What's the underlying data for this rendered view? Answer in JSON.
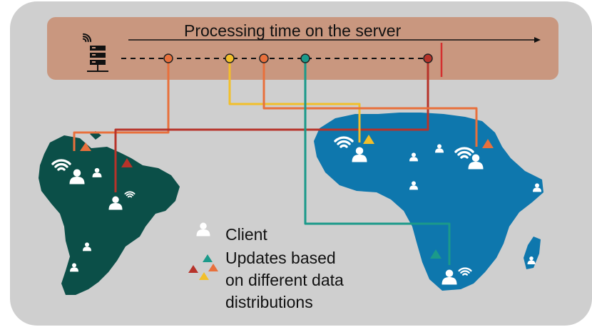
{
  "diagram": {
    "server_timeline_label": "Processing time on the server",
    "legend": {
      "client_label": "Client",
      "updates_label_lines": [
        "Updates based",
        "on different data",
        "distributions"
      ]
    }
  },
  "colors": {
    "panel_background": "#cfcfcf",
    "server_band": "#c9977f",
    "south_america": "#0b4f48",
    "africa": "#0e77ad",
    "orange": "#e8703c",
    "yellow": "#f2bf2a",
    "red": "#b7332a",
    "green": "#1b9a8a",
    "deadline": "#d32f2f"
  },
  "icons": [
    "server-icon",
    "wifi-icon",
    "person-icon",
    "triangle-icon"
  ]
}
